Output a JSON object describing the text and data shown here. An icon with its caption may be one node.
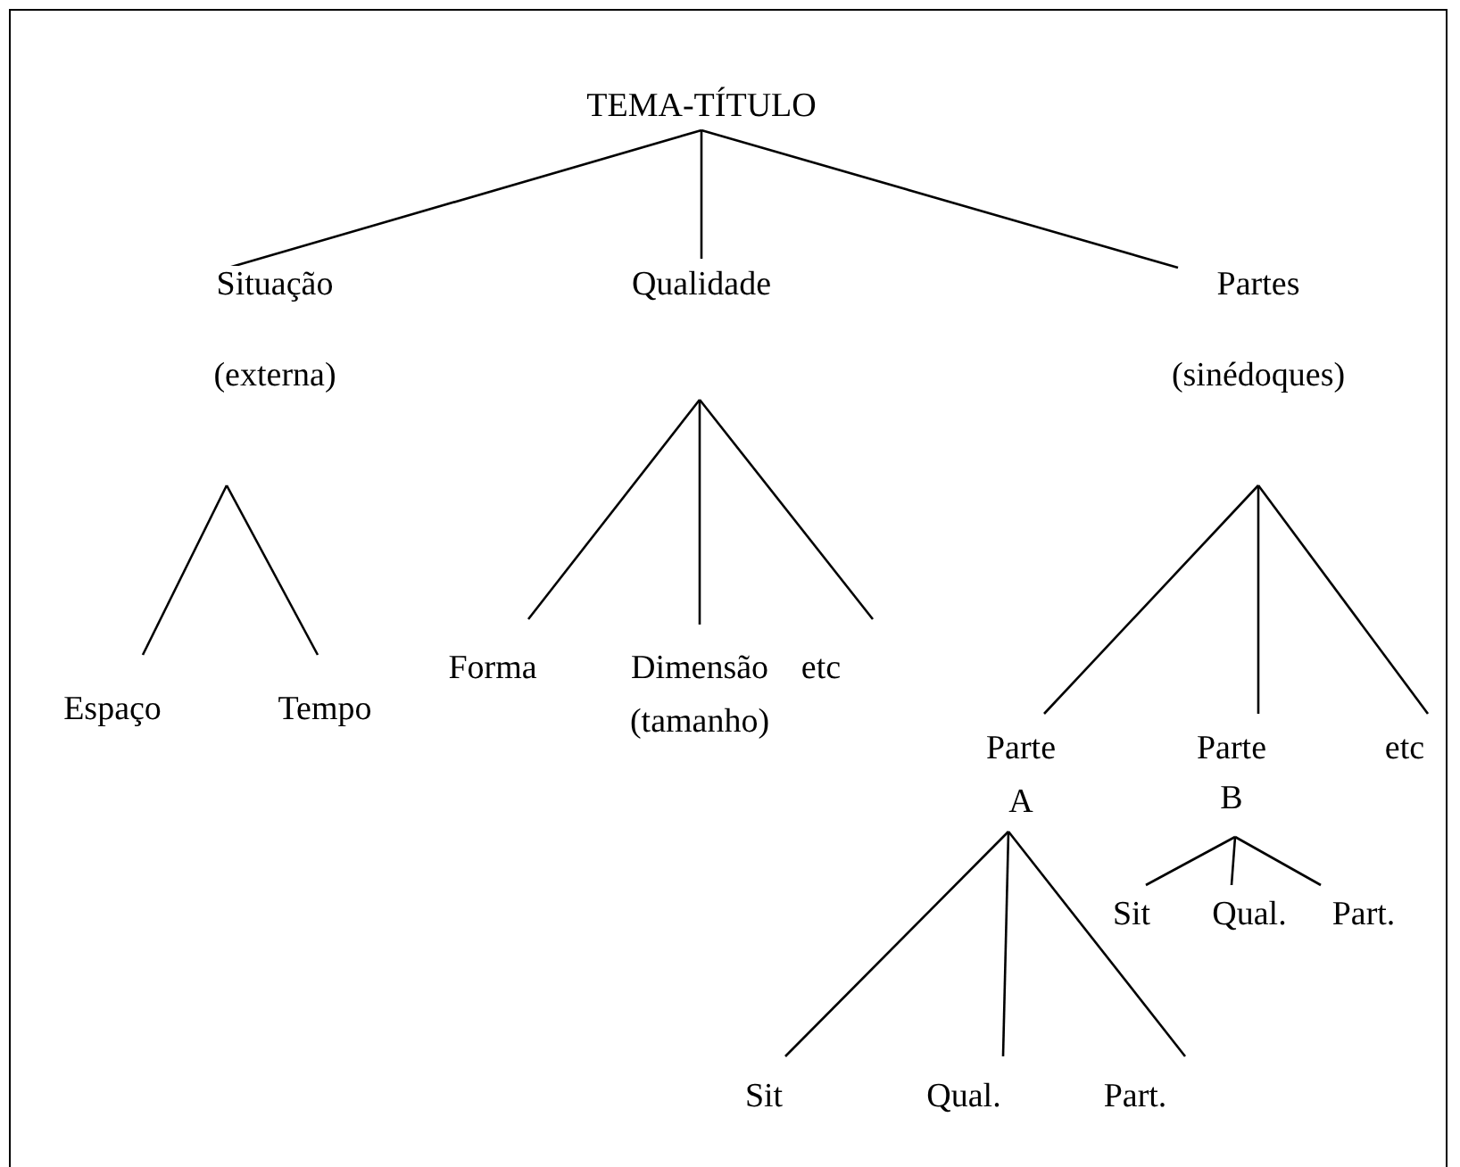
{
  "diagram": {
    "nodes": [
      {
        "text": [
          "TEMA-TÍTULO"
        ]
      },
      {
        "text": [
          "Situação",
          "(externa)"
        ]
      },
      {
        "text": [
          "Qualidade"
        ]
      },
      {
        "text": [
          "Partes",
          "(sinédoques)"
        ]
      },
      {
        "text": [
          "Espaço"
        ]
      },
      {
        "text": [
          "Tempo"
        ]
      },
      {
        "text": [
          "Forma"
        ]
      },
      {
        "text": [
          "Dimensão",
          "(tamanho)"
        ]
      },
      {
        "text": [
          "etc"
        ]
      },
      {
        "text": [
          "Parte",
          "A"
        ]
      },
      {
        "text": [
          "Parte",
          "B"
        ]
      },
      {
        "text": [
          "etc"
        ]
      },
      {
        "text": [
          "Sit"
        ]
      },
      {
        "text": [
          "Qual."
        ]
      },
      {
        "text": [
          "Part."
        ]
      },
      {
        "text": [
          "Sit"
        ]
      },
      {
        "text": [
          "Qual."
        ]
      },
      {
        "text": [
          "Part."
        ]
      }
    ],
    "edges": [
      {
        "from": 0,
        "to": 1,
        "arrow": "none"
      },
      {
        "from": 0,
        "to": 2,
        "arrow": "none"
      },
      {
        "from": 0,
        "to": 3,
        "arrow": "none"
      },
      {
        "from": 1,
        "to": 4,
        "arrow": "none"
      },
      {
        "from": 1,
        "to": 5,
        "arrow": "none"
      },
      {
        "from": 2,
        "to": 6,
        "arrow": "none"
      },
      {
        "from": 2,
        "to": 7,
        "arrow": "none"
      },
      {
        "from": 2,
        "to": 8,
        "arrow": "none"
      },
      {
        "from": 3,
        "to": 9,
        "arrow": "none"
      },
      {
        "from": 3,
        "to": 10,
        "arrow": "none"
      },
      {
        "from": 3,
        "to": 11,
        "arrow": "none"
      },
      {
        "from": 9,
        "to": 15,
        "arrow": "none"
      },
      {
        "from": 9,
        "to": 16,
        "arrow": "none"
      },
      {
        "from": 9,
        "to": 17,
        "arrow": "none"
      },
      {
        "from": 10,
        "to": 12,
        "arrow": "none"
      },
      {
        "from": 10,
        "to": 13,
        "arrow": "none"
      },
      {
        "from": 10,
        "to": 14,
        "arrow": "none"
      }
    ]
  }
}
